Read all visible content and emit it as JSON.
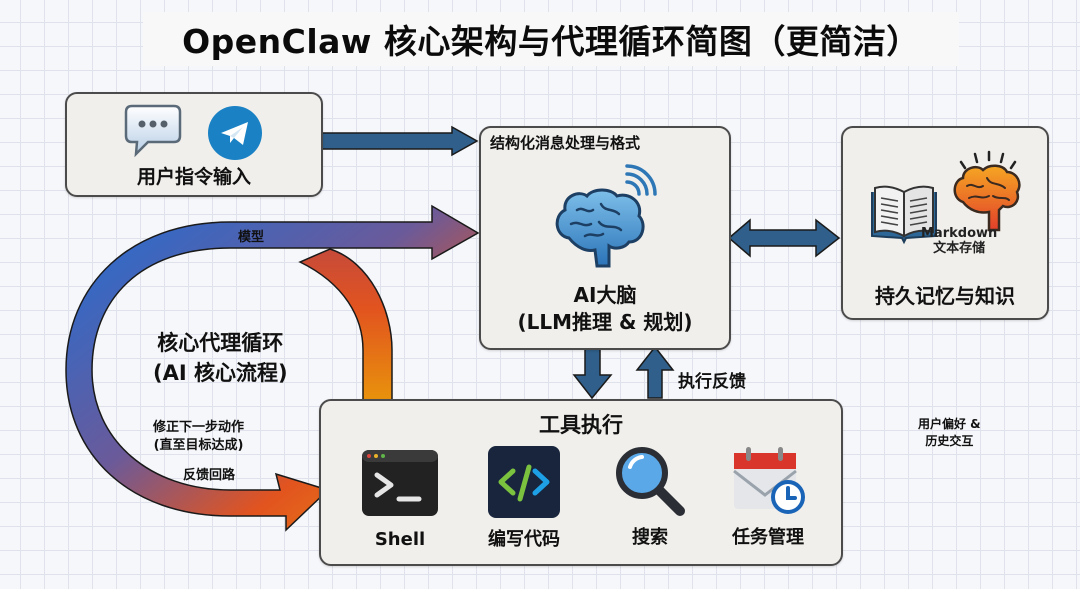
{
  "title": "OpenClaw 核心架构与代理循环简图（更简洁）",
  "input_module": {
    "label": "用户指令输入",
    "icons": [
      "chat-bubble-icon",
      "telegram-icon"
    ]
  },
  "brain_module": {
    "top_label": "结构化消息处理与格式",
    "name_line1": "AI大脑",
    "name_line2": "(LLM推理 & 规划)",
    "icons": [
      "brain-icon",
      "signal-icon"
    ]
  },
  "memory_module": {
    "label": "持久记忆与知识",
    "caption_line1": "Markdown",
    "caption_line2": "文本存储",
    "icons": [
      "book-icon",
      "brain-glow-icon"
    ]
  },
  "tools_module": {
    "title": "工具执行",
    "tools": [
      {
        "label": "Shell",
        "icon": "terminal-icon"
      },
      {
        "label": "编写代码",
        "icon": "code-icon"
      },
      {
        "label": "搜索",
        "icon": "magnifier-icon"
      },
      {
        "label": "任务管理",
        "icon": "calendar-mail-icon"
      }
    ]
  },
  "loop": {
    "title_line1": "核心代理循环",
    "title_line2": "(AI 核心流程)",
    "sub_line1": "修正下一步动作",
    "sub_line2": "(直至目标达成)",
    "feedback": "反馈回路",
    "model_label": "模型"
  },
  "connectors": {
    "exec_feedback": "执行反馈",
    "pref_line1": "用户偏好 &",
    "pref_line2": "历史交互"
  },
  "colors": {
    "arrow_blue": "#2f5f8a",
    "loop_start": "#1f6fd6",
    "loop_mid": "#e2541f",
    "loop_end": "#e8920c",
    "box_fill": "#f1efeb",
    "box_border": "#4b4b4b"
  }
}
